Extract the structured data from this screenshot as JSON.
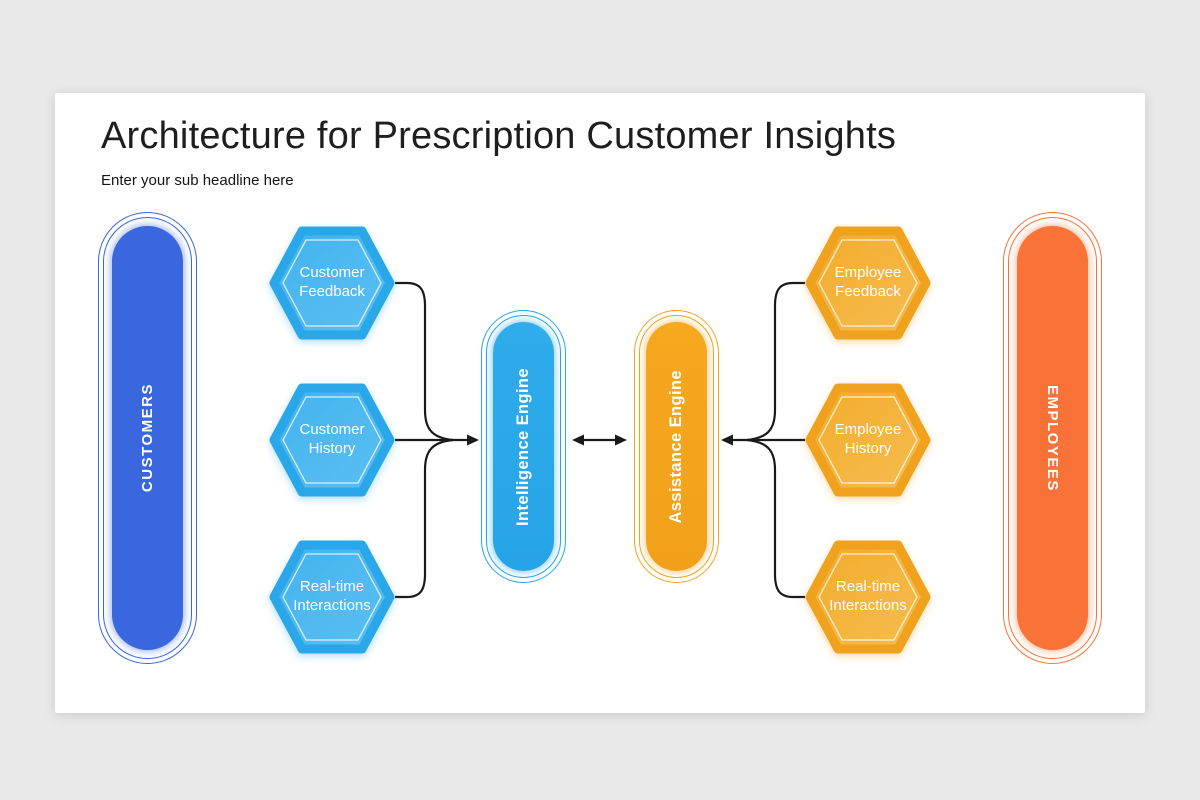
{
  "page": {
    "background": "#E9E9E9",
    "card_background": "#FFFFFF"
  },
  "header": {
    "title": "Architecture for Prescription Customer Insights",
    "subtitle": "Enter your sub headline here"
  },
  "colors": {
    "royal_blue": "#3A66DE",
    "light_blue": "#29A7E8",
    "orange": "#F2A41E",
    "coral": "#F97338",
    "connector": "#1A1A1A"
  },
  "diagram": {
    "left_capsule": {
      "label": "CUSTOMERS"
    },
    "right_capsule": {
      "label": "EMPLOYEES"
    },
    "center_left_capsule": {
      "label": "Intelligence Engine"
    },
    "center_right_capsule": {
      "label": "Assistance Engine"
    },
    "left_hexagons": [
      {
        "label": "Customer\nFeedback"
      },
      {
        "label": "Customer\nHistory"
      },
      {
        "label": "Real-time\nInteractions"
      }
    ],
    "right_hexagons": [
      {
        "label": "Employee\nFeedback"
      },
      {
        "label": "Employee\nHistory"
      },
      {
        "label": "Real-time\nInteractions"
      }
    ]
  }
}
